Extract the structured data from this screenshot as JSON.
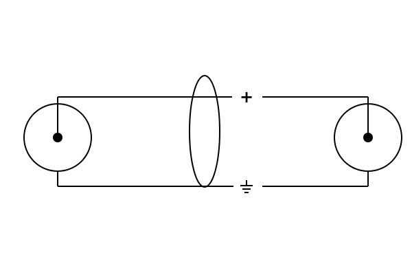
{
  "diagram": {
    "type": "cable-wiring",
    "line_color": "#000000",
    "background": "#ffffff",
    "left_connector": {
      "kind": "coaxial-plug",
      "icon": "coax-connector-icon"
    },
    "right_connector": {
      "kind": "coaxial-plug",
      "icon": "coax-connector-icon"
    },
    "shield": {
      "icon": "cable-shield-ellipse-icon"
    },
    "signal_symbol": "+",
    "ground_symbol": "⏚"
  }
}
